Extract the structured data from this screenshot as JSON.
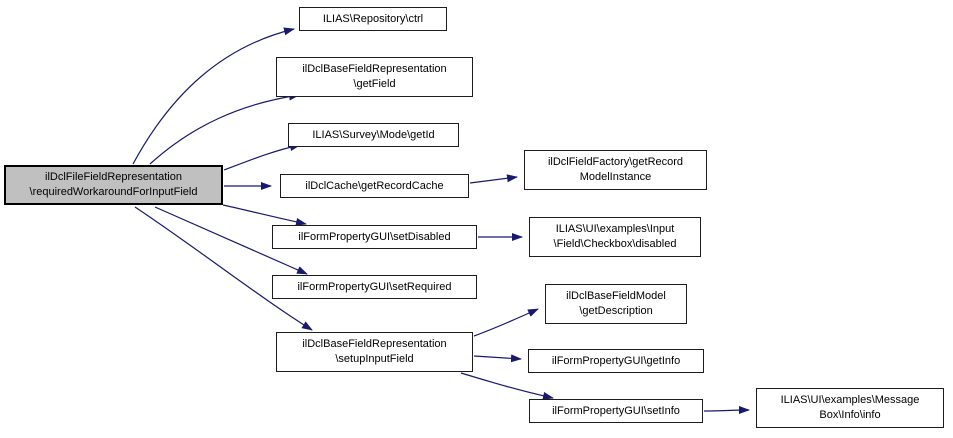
{
  "diagram": {
    "type": "call-graph",
    "colors": {
      "background": "#ffffff",
      "edge": "#191970",
      "node_border": "#1d1d1d",
      "node_fill": "#ffffff",
      "highlight_fill": "#c0c0c0",
      "text": "#000000"
    }
  },
  "nodes": {
    "main": {
      "lines": [
        "ilDclFileFieldRepresentation",
        "\\requiredWorkaroundForInputField"
      ],
      "highlighted": true
    },
    "ctrl": {
      "lines": [
        "ILIAS\\Repository\\ctrl"
      ]
    },
    "get_field": {
      "lines": [
        "ilDclBaseFieldRepresentation",
        "\\getField"
      ]
    },
    "get_id": {
      "lines": [
        "ILIAS\\Survey\\Mode\\getId"
      ]
    },
    "get_record_cache": {
      "lines": [
        "ilDclCache\\getRecordCache"
      ]
    },
    "set_disabled": {
      "lines": [
        "ilFormPropertyGUI\\setDisabled"
      ]
    },
    "set_required": {
      "lines": [
        "ilFormPropertyGUI\\setRequired"
      ]
    },
    "setup_input_field": {
      "lines": [
        "ilDclBaseFieldRepresentation",
        "\\setupInputField"
      ]
    },
    "get_record_model_instance": {
      "lines": [
        "ilDclFieldFactory\\getRecord",
        "ModelInstance"
      ]
    },
    "checkbox_disabled": {
      "lines": [
        "ILIAS\\UI\\examples\\Input",
        "\\Field\\Checkbox\\disabled"
      ]
    },
    "get_description": {
      "lines": [
        "ilDclBaseFieldModel",
        "\\getDescription"
      ]
    },
    "get_info": {
      "lines": [
        "ilFormPropertyGUI\\getInfo"
      ]
    },
    "set_info": {
      "lines": [
        "ilFormPropertyGUI\\setInfo"
      ]
    },
    "message_box_info": {
      "lines": [
        "ILIAS\\UI\\examples\\Message",
        "Box\\Info\\info"
      ]
    }
  },
  "edges": [
    {
      "from": "main",
      "to": "ctrl"
    },
    {
      "from": "main",
      "to": "get_field"
    },
    {
      "from": "main",
      "to": "get_id"
    },
    {
      "from": "main",
      "to": "get_record_cache"
    },
    {
      "from": "main",
      "to": "set_disabled"
    },
    {
      "from": "main",
      "to": "set_required"
    },
    {
      "from": "main",
      "to": "setup_input_field"
    },
    {
      "from": "get_record_cache",
      "to": "get_record_model_instance"
    },
    {
      "from": "set_disabled",
      "to": "checkbox_disabled"
    },
    {
      "from": "setup_input_field",
      "to": "get_description"
    },
    {
      "from": "setup_input_field",
      "to": "get_info"
    },
    {
      "from": "setup_input_field",
      "to": "set_info"
    },
    {
      "from": "set_info",
      "to": "message_box_info"
    }
  ]
}
